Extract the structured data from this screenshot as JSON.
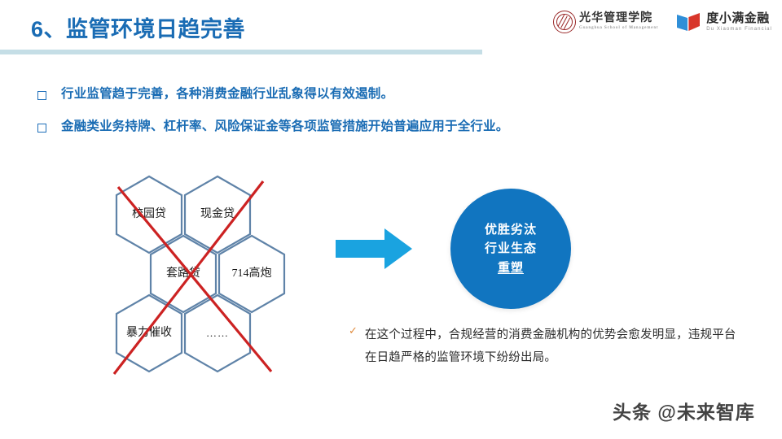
{
  "header": {
    "title": "6、监管环境日趋完善"
  },
  "logos": {
    "guanghua": {
      "cn": "光华管理学院",
      "en": "Guanghua School of Management",
      "seal_color": "#9a2a2a"
    },
    "duxiaoman": {
      "cn": "度小满金融",
      "en": "Du Xiaoman Financial",
      "mark_blue": "#2f8fd8",
      "mark_red": "#d8352a"
    }
  },
  "bullets": [
    "行业监管趋于完善，各种消费金融行业乱象得以有效遏制。",
    "金融类业务持牌、杠杆率、风险保证金等各项监管措施开始普遍应用于全行业。"
  ],
  "diagram": {
    "hexagons": [
      {
        "label": "校园贷"
      },
      {
        "label": "现金贷"
      },
      {
        "label": "套路贷"
      },
      {
        "label": "714高炮"
      },
      {
        "label": "暴力催收"
      },
      {
        "label": "……"
      }
    ],
    "hex_stroke": "#5f83a8",
    "cross_out_color": "#cc2222",
    "arrow_color": "#1aa3e0",
    "circle": {
      "fill": "#1175c0",
      "lines": [
        "优胜劣汰",
        "行业生态",
        "重塑"
      ]
    }
  },
  "note": {
    "marker": "✓",
    "marker_color": "#e08a3c",
    "text": "在这个过程中，合规经营的消费金融机构的优势会愈发明显，违规平台在日趋严格的监管环境下纷纷出局。"
  },
  "watermark": {
    "text": "头条 @未来智库"
  },
  "theme": {
    "title_blue": "#1a6cb4",
    "rule_blue": "#c5dee6"
  }
}
